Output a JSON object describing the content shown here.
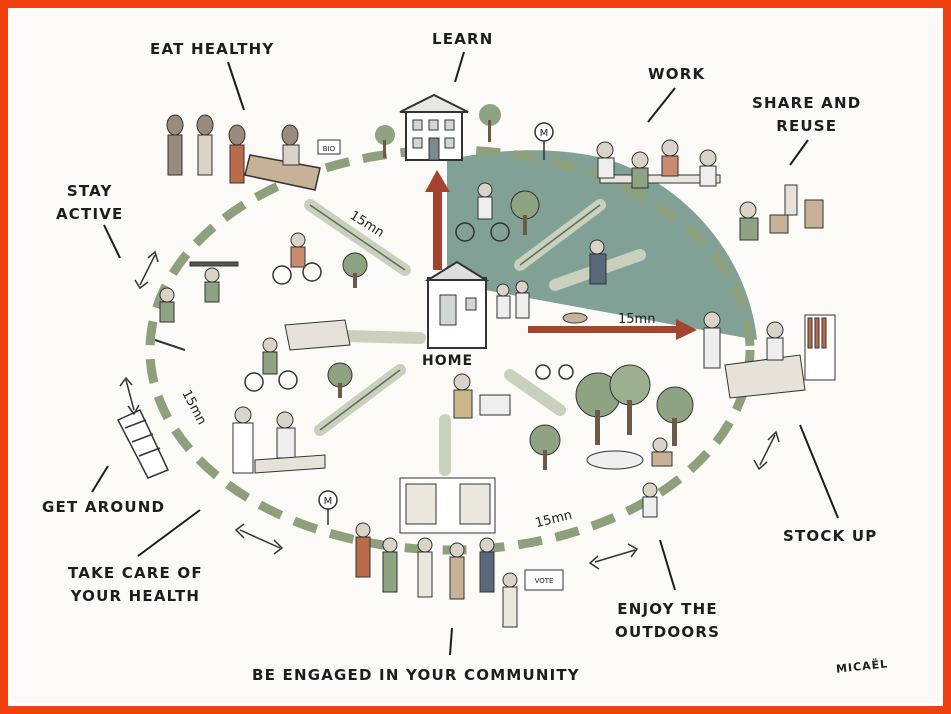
{
  "colors": {
    "border": "#f2410f",
    "background": "#fbfaf6",
    "teal_zone": "#7a9c91",
    "arrow": "#a3442e",
    "dash_green": "#8e9f7b",
    "ink": "#1d1d1d"
  },
  "labels": {
    "eat_healthy": "EAT HEALTHY",
    "learn": "LEARN",
    "work": "WORK",
    "share_reuse_line1": "SHARE AND",
    "share_reuse_line2": "REUSE",
    "stay_active_line1": "STAY",
    "stay_active_line2": "ACTIVE",
    "get_around": "GET AROUND",
    "take_care_line1": "TAKE CARE OF",
    "take_care_line2": "YOUR HEALTH",
    "engaged": "BE ENGAGED IN YOUR COMMUNITY",
    "enjoy_line1": "ENJOY THE",
    "enjoy_line2": "OUTDOORS",
    "stock_up": "STOCK UP",
    "home": "HOME"
  },
  "distance_labels": {
    "top_left": "15mn",
    "right": "15mn",
    "left": "15mn",
    "bottom": "15mn"
  },
  "signs": {
    "metro": "M",
    "bio": "BIO",
    "vote": "VOTE"
  },
  "signature": "MICAËL",
  "icons": [
    "metro-sign-icon",
    "double-arrow-icon",
    "home-building-icon"
  ]
}
